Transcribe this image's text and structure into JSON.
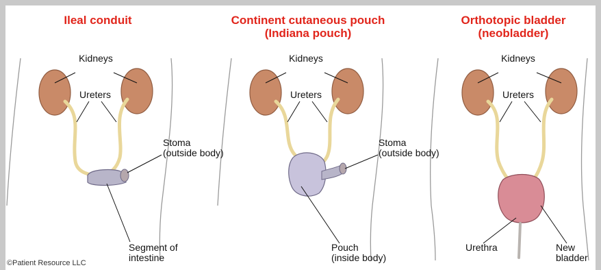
{
  "panels": [
    {
      "title_line1": "Ileal conduit",
      "title_line2": "",
      "labels": {
        "kidneys": "Kidneys",
        "ureters": "Ureters",
        "stoma_line1": "Stoma",
        "stoma_line2": "(outside body)",
        "bottom_line1": "Segment of",
        "bottom_line2": "intestine"
      }
    },
    {
      "title_line1": "Continent cutaneous pouch",
      "title_line2": "(Indiana pouch)",
      "labels": {
        "kidneys": "Kidneys",
        "ureters": "Ureters",
        "stoma_line1": "Stoma",
        "stoma_line2": "(outside body)",
        "bottom_line1": "Pouch",
        "bottom_line2": "(inside body)"
      }
    },
    {
      "title_line1": "Orthotopic bladder",
      "title_line2": "(neobladder)",
      "labels": {
        "kidneys": "Kidneys",
        "ureters": "Ureters",
        "urethra": "Urethra",
        "bottom_line1": "New",
        "bottom_line2": "bladder"
      }
    }
  ],
  "copyright": "©Patient Resource LLC",
  "colors": {
    "title": "#e1251b",
    "kidney": "#c98a68",
    "ureter": "#e9d79a",
    "conduit": "#b8b5c9",
    "pouch": "#c8c3dc",
    "neobladder": "#d98c96",
    "frame": "#c9c9c9",
    "body_outline": "#9a9a9a"
  }
}
